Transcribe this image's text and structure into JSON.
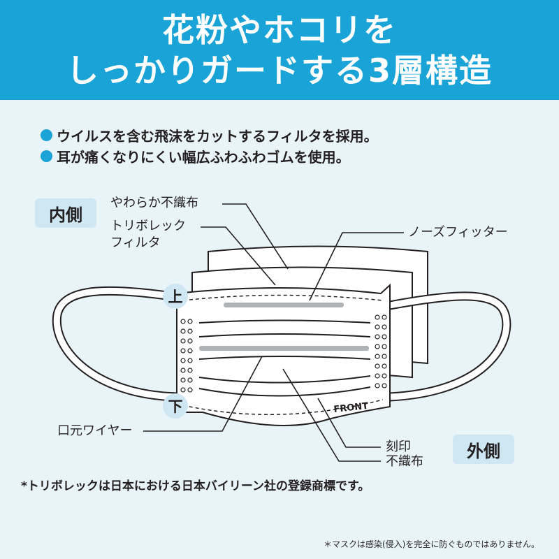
{
  "header": {
    "line1": "花粉やホコリを",
    "line2": "しっかりガードする3層構造"
  },
  "bullets": [
    "ウイルスを含む飛沫をカットするフィルタを採用。",
    "耳が痛くなりにくい幅広ふわふわゴムを使用。"
  ],
  "labels": {
    "inner_side": "内側",
    "outer_side": "外側",
    "top_marker": "上",
    "bottom_marker": "下",
    "front_stamp": "FRONT"
  },
  "callouts": {
    "soft_nonwoven": "やわらか不織布",
    "triboreck_filter_line1": "トリボレック",
    "triboreck_filter_line2": "フィルタ",
    "nose_fitter": "ノーズフィッター",
    "mouth_wire": "口元ワイヤー",
    "engraving": "刻印",
    "nonwoven": "不織布"
  },
  "footnote": "*トリボレックは日本における日本バイリーン社の登録商標です。",
  "disclaimer": "＊マスクは感染(侵入)を完全に防ぐものではありません。",
  "colors": {
    "accent": "#1aa3d6",
    "panel": "#e9f4f9",
    "label_bg": "#cfe6f3",
    "ink": "#231f20"
  }
}
